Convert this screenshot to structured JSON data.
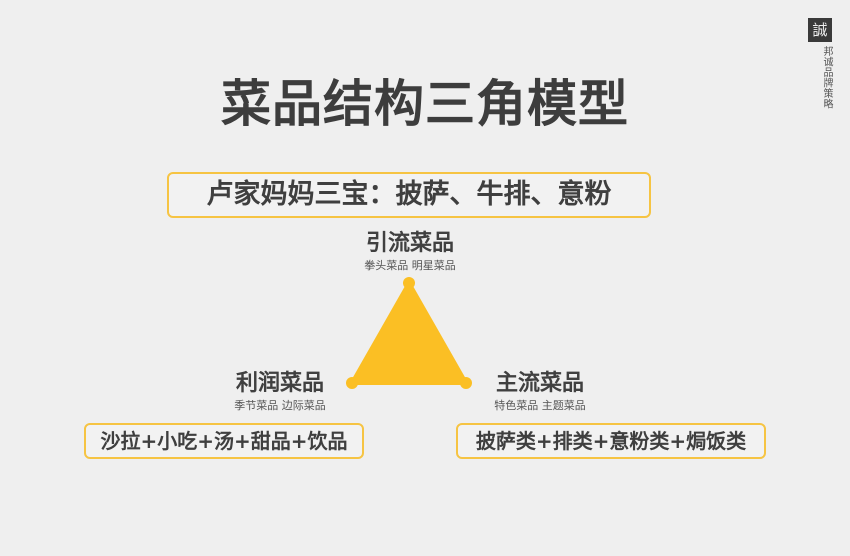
{
  "brand": {
    "logo_char": "誠",
    "vertical_text": "邦诚品牌策略"
  },
  "title": "菜品结构三角模型",
  "hero_box": "卢家妈妈三宝：披萨、牛排、意粉",
  "triangle": {
    "color": "#fbbf24",
    "top": {
      "label": "引流菜品",
      "sub": "拳头菜品 明星菜品"
    },
    "left": {
      "label": "利润菜品",
      "sub": "季节菜品 边际菜品",
      "box": "沙拉+小吃+汤+甜品+饮品"
    },
    "right": {
      "label": "主流菜品",
      "sub": "特色菜品 主题菜品",
      "box": "披萨类+排类+意粉类+焗饭类"
    }
  }
}
